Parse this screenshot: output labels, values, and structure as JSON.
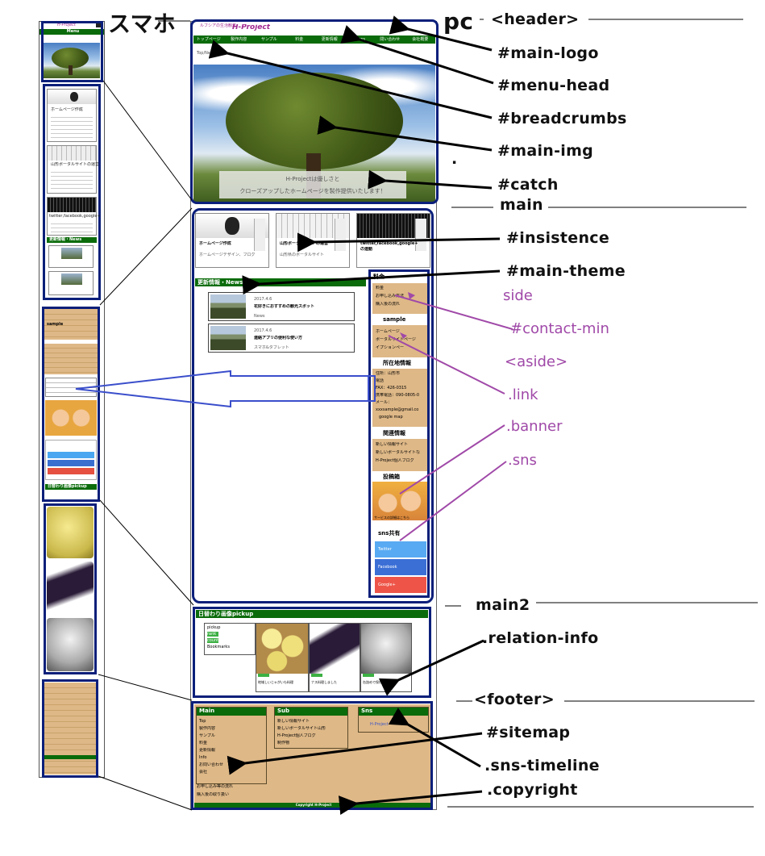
{
  "labels": {
    "smartphone": "スマホ",
    "pc": "pc",
    "header": "<header>",
    "main_logo": "#main-logo",
    "menu_head": "#menu-head",
    "breadcrumbs": "#breadcrumbs",
    "main_img": "#main-img",
    "dot": ".",
    "catch": "#catch",
    "main": "main",
    "insistence": "#insistence",
    "main_theme": "#main-theme",
    "side": "side",
    "contact_min": "#contact-min",
    "aside": "<aside>",
    "link": ".link",
    "banner": ".banner",
    "sns": ".sns",
    "main2": "main2",
    "relation_info": ".relation-info",
    "footer": "<footer>",
    "sitemap": "#sitemap",
    "sns_timeline": ".sns-timeline",
    "copyright": ".copyright"
  },
  "pc": {
    "logo_small": "ルブシアの生活観念",
    "logo": "H-Project",
    "menu": [
      "トップページ",
      "製作内容",
      "サンプル",
      "料金",
      "更新情報",
      "News",
      "問い合わせ",
      "会社概要"
    ],
    "breadcrumb": "Top/News/",
    "catch_line1": "H-Projectは優しさと",
    "catch_line2": "クローズアップしたホームページを製作提供いたします！",
    "insistence": [
      {
        "title": "ホームページ作成",
        "desc": "ホームページデザイン、ブログ"
      },
      {
        "title": "山形ポータルサイトの運営",
        "desc": "山形県のポータルサイト"
      },
      {
        "title": "twitter,facebook,google+",
        "title2": "の連動",
        "desc": ""
      }
    ],
    "theme_title": "更新情報・News",
    "news": [
      {
        "date": "2017.4.6",
        "title": "花好きにおすすめの観光スポット",
        "tag": "News"
      },
      {
        "date": "2017.4.6",
        "title": "連絡アプリの便利な使い方",
        "tag": "スマホ&タブレット"
      }
    ],
    "side_blocks": [
      {
        "title": "料金",
        "items": [
          "料金",
          "お申し込み方法",
          "購入後の流れ"
        ]
      },
      {
        "title": "sample",
        "items": [
          "ホームページ",
          "ポータルサイトページ",
          "イプションペー"
        ]
      },
      {
        "title": "所在地情報",
        "items": [
          "住所：山形市",
          "電話",
          "FAX：426-0315",
          "携帯電話：090-0805-0",
          "メール：",
          "xxxsample@gmail.co",
          "google map"
        ]
      },
      {
        "title": "関連情報",
        "items": [
          "新しい情報サイト",
          "新しいポータルサイトな",
          "H-Project個人ブログ"
        ]
      },
      {
        "title": "投稿箱",
        "items": [
          "サービスの詳細はこちら"
        ]
      },
      {
        "title": "sns共有",
        "items": [
          "Twitter",
          "Facebook",
          "Google+"
        ]
      }
    ],
    "pickup_title": "日替わり画像pickup",
    "pickup_list": [
      "pickup",
      "rank",
      "count",
      "Bookmarks"
    ],
    "pickup_captions": [
      "地域しいじゃがいも料理",
      "ナス料理しました",
      "缶詰めで保存した"
    ],
    "footer_cols": [
      {
        "title": "Main",
        "items": [
          "Top",
          "製作内容",
          "サンプル",
          "料金",
          "更新情報",
          "Info",
          "お問い合わせ",
          "会社"
        ]
      },
      {
        "title": "Sub",
        "items": [
          "新しい情報サイト",
          "新しいポータルサイト山形",
          "H-Project個人ブログ",
          "制作物"
        ]
      },
      {
        "title": "Sns",
        "items": [
          "H-Project"
        ]
      }
    ],
    "footer_bottom": [
      "お申し込み等の流れ",
      "購入後の取り扱い"
    ],
    "copyright": "Copyright H-Project"
  },
  "sp": {
    "logo": "H-Project",
    "menu": "Menu",
    "section_news": "更新情報・News",
    "section_pickup": "日替わり画像pickup",
    "section_label": "sample"
  },
  "colors": {
    "frame": "#0b1f7a",
    "green": "#0a6b0a",
    "tan": "#deb887",
    "purple": "#a049a8",
    "arrow_blue": "#3a4ecb"
  }
}
